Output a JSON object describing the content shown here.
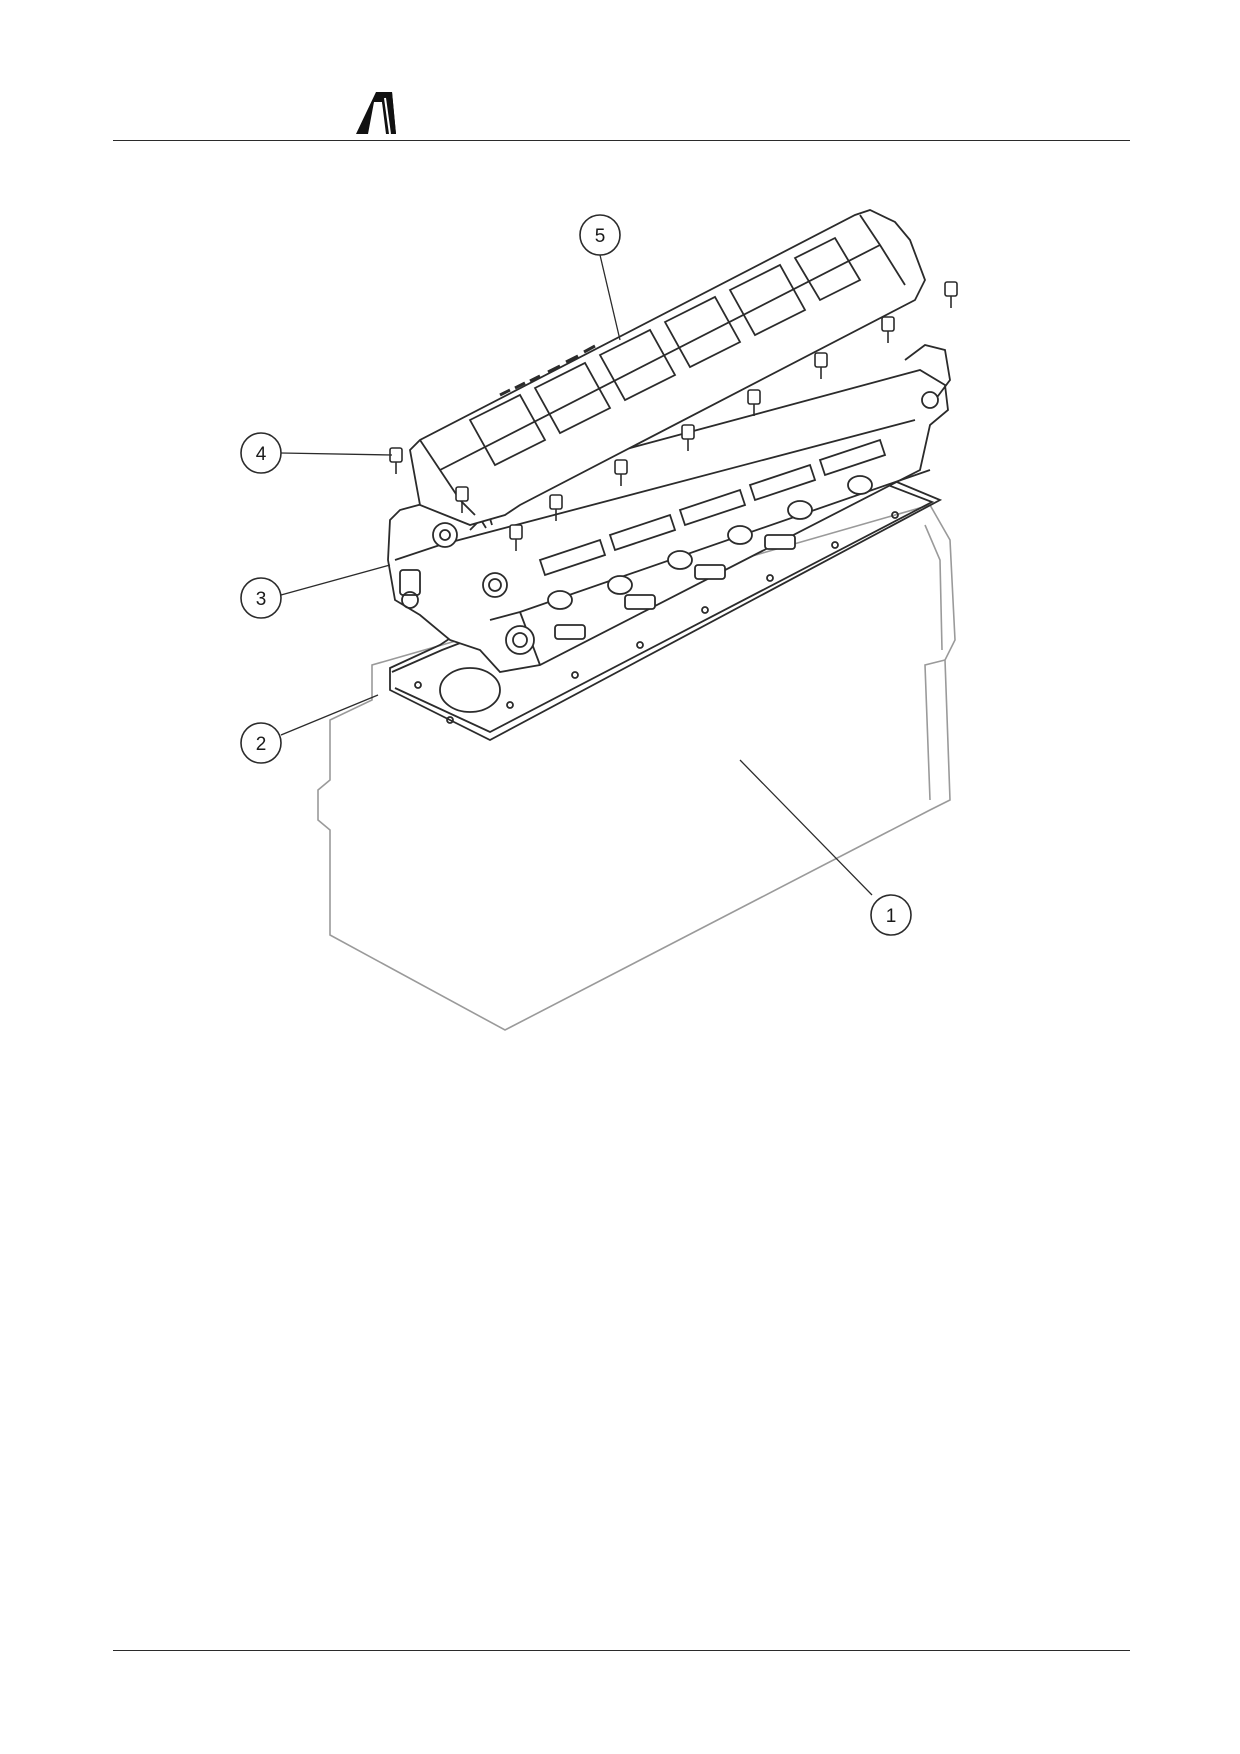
{
  "header": {
    "logo": "brand-logo",
    "rule_color": "#2b2b2b"
  },
  "diagram": {
    "callouts": [
      {
        "id": "callout-1",
        "label": "1"
      },
      {
        "id": "callout-2",
        "label": "2"
      },
      {
        "id": "callout-3",
        "label": "3"
      },
      {
        "id": "callout-4",
        "label": "4"
      },
      {
        "id": "callout-5",
        "label": "5"
      }
    ]
  },
  "colors": {
    "line": "#2b2b2b",
    "faint_line": "#9a9a9a",
    "background": "#ffffff"
  }
}
